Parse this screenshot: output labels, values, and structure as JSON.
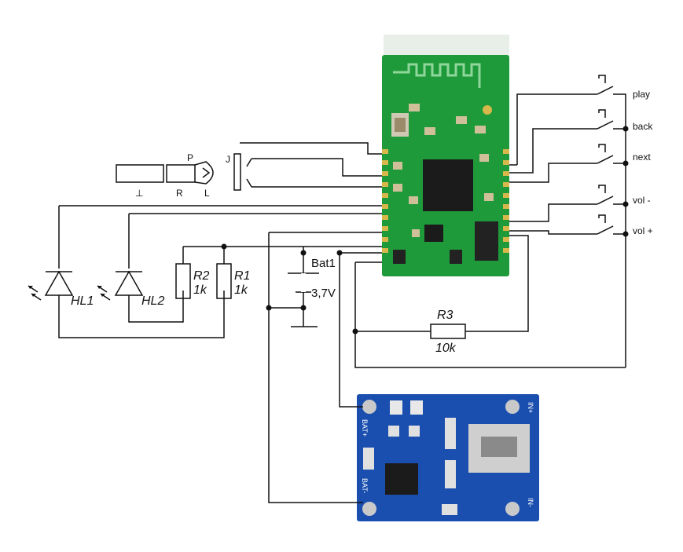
{
  "buttons": [
    {
      "label": "play"
    },
    {
      "label": "back"
    },
    {
      "label": "next"
    },
    {
      "label": "vol -"
    },
    {
      "label": "vol +"
    }
  ],
  "jack": {
    "j": "J",
    "p": "P",
    "ground": "⊥",
    "r": "R",
    "l": "L"
  },
  "leds": [
    {
      "label": "HL1"
    },
    {
      "label": "HL2"
    }
  ],
  "resistors": [
    {
      "name": "R2",
      "value": "1k"
    },
    {
      "name": "R1",
      "value": "1k"
    },
    {
      "name": "R3",
      "value": "10k"
    }
  ],
  "battery": {
    "name": "Bat1",
    "voltage": "3,7V"
  },
  "charger": {
    "bat_plus": "BAT+",
    "bat_minus": "BAT-",
    "in_plus": "IN+",
    "in_minus": "IN-"
  },
  "colors": {
    "bt_board": "#1f9a3a",
    "charger_board": "#1a4fb0",
    "wire": "#111111"
  }
}
